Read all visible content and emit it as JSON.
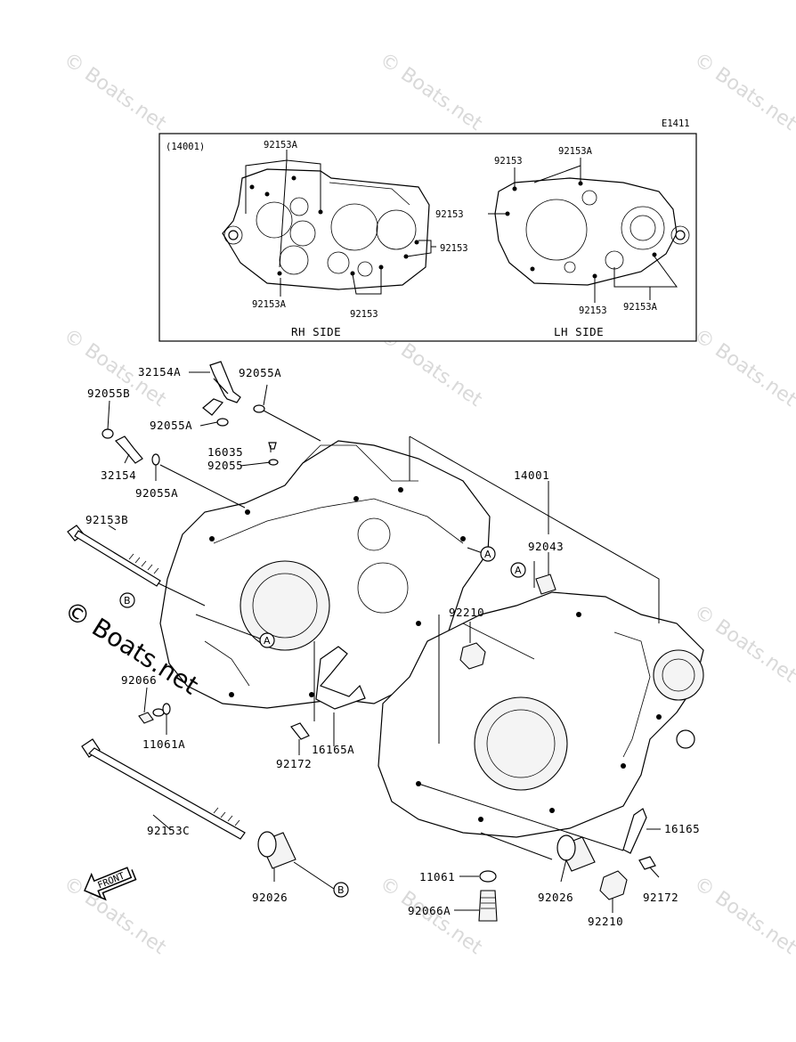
{
  "diagram_code": "E1411",
  "inset": {
    "title": "(14001)",
    "rh_side": "RH SIDE",
    "lh_side": "LH SIDE",
    "labels": {
      "rh_top": "92153A",
      "rh_bottom_left": "92153A",
      "rh_bottom_mid": "92153",
      "rh_right": "92153",
      "lh_top_left": "92153",
      "lh_top_right": "92153A",
      "lh_left": "92153",
      "lh_bottom_left": "92153",
      "lh_bottom_right": "92153A"
    }
  },
  "parts": {
    "p32154A": "32154A",
    "p92055A_top": "92055A",
    "p92055B": "92055B",
    "p92055A_mid": "92055A",
    "p16035": "16035",
    "p92055": "92055",
    "p32154": "32154",
    "p92055A_low": "92055A",
    "p14001": "14001",
    "p92153B": "92153B",
    "p92043": "92043",
    "p92210_top": "92210",
    "p92066": "92066",
    "p11061A": "11061A",
    "p16165A": "16165A",
    "p92172_left": "92172",
    "p92153C": "92153C",
    "p16165": "16165",
    "p92026_left": "92026",
    "p11061": "11061",
    "p92026_right": "92026",
    "p92172_right": "92172",
    "p92066A": "92066A",
    "p92210_bottom": "92210"
  },
  "callouts": {
    "A": "A",
    "B": "B"
  },
  "front_arrow": "FRONT",
  "watermarks": {
    "small": "© Boats.net",
    "big": "© Boats.net"
  }
}
